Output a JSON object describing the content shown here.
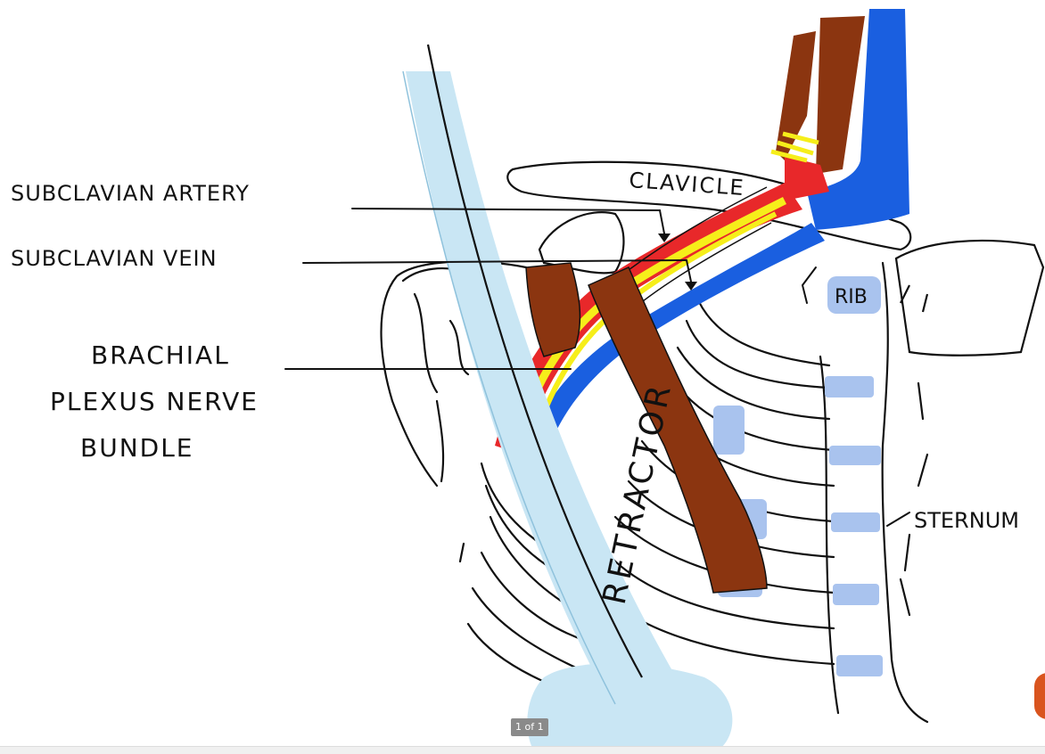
{
  "labels": {
    "subclavian_artery": "SUBCLAVIAN ARTERY",
    "subclavian_vein": "SUBCLAVIAN VEIN",
    "brachial_line1": "BRACHIAL",
    "brachial_line2": "PLEXUS NERVE",
    "brachial_line3": "BUNDLE",
    "clavicle": "CLAVICLE",
    "rib": "RIB",
    "sternum": "STERNUM",
    "retractor": "RETRACTOR"
  },
  "viewer": {
    "page_indicator": "1 of 1"
  },
  "colors": {
    "artery": "#e8282a",
    "vein": "#1a5fe0",
    "nerve": "#f6ee1a",
    "muscle": "#8b3510",
    "retractor": "#c9e6f4",
    "cartilage": "#a9c3ee",
    "outline": "#111111"
  }
}
